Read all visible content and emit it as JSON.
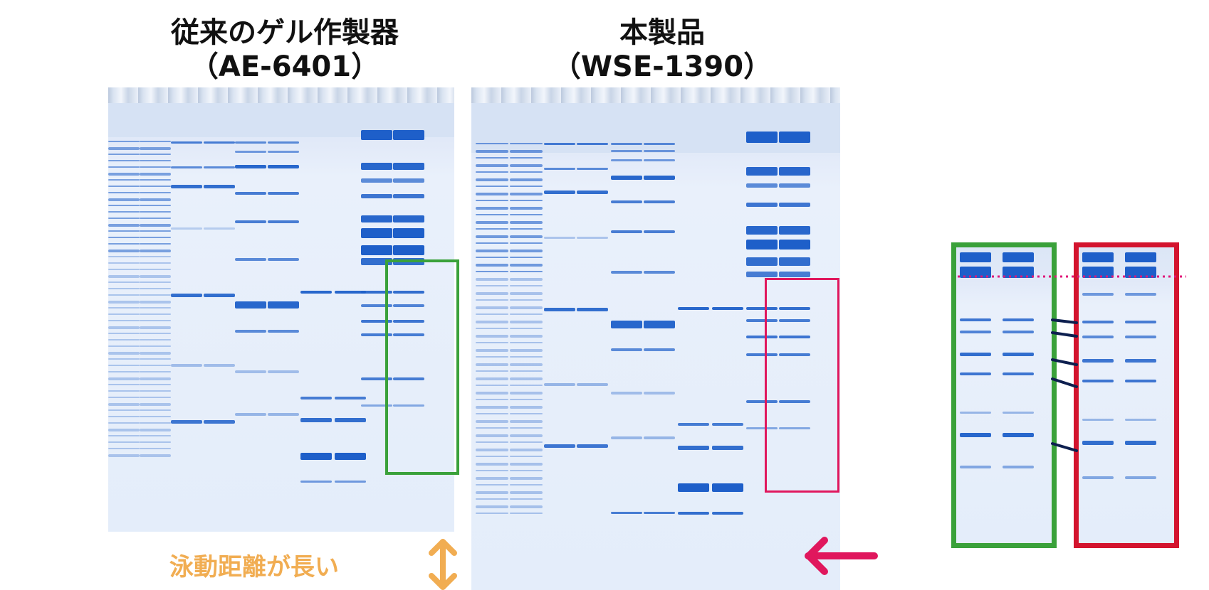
{
  "titles": {
    "left_line1": "従来のゲル作製器",
    "left_line2": "（AE-6401）",
    "right_line1": "本製品",
    "right_line2": "（WSE-1390）"
  },
  "callout": {
    "text": "泳動距離が長い"
  },
  "colors": {
    "band": "#1e5fc9",
    "gel_background": "#e4edfa",
    "green_box": "#3aa13a",
    "pink_box": "#e0175d",
    "red_box": "#d3142e",
    "callout_text": "#f1ad52",
    "arrow_pink": "#e0175d",
    "connector": "#0d1f4f",
    "dotted_line": "#e0177a"
  },
  "icons": {
    "double_arrow": "orange-vertical-double-arrow-icon",
    "pointer_arrow": "pink-left-arrow-icon"
  }
}
